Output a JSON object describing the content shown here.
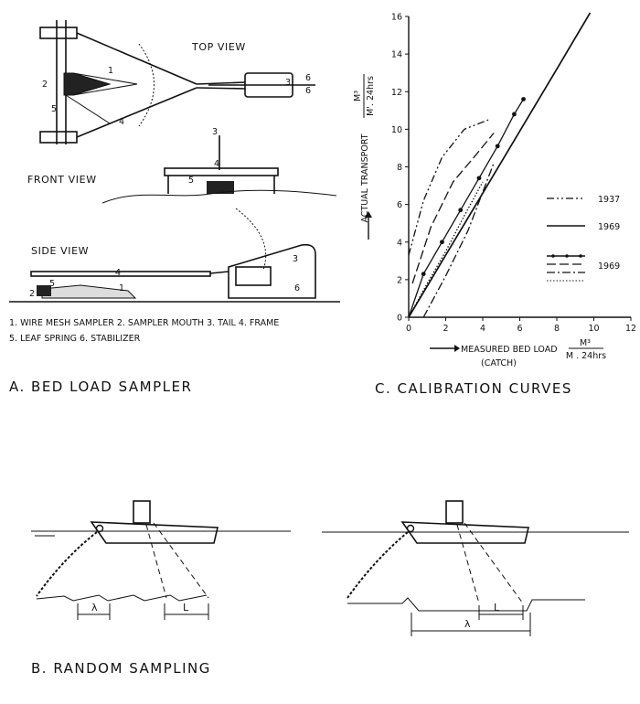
{
  "panel_a": {
    "caption": "A. BED LOAD SAMPLER",
    "top_view": "TOP VIEW",
    "front_view": "FRONT VIEW",
    "side_view": "SIDE VIEW",
    "part_numbers": [
      "1",
      "2",
      "3",
      "4",
      "5",
      "6"
    ],
    "legend_line1": "1. WIRE MESH SAMPLER   2. SAMPLER MOUTH   3. TAIL   4. FRAME",
    "legend_line2": "5. LEAF SPRING          6. STABILIZER"
  },
  "panel_b": {
    "caption": "B. RANDOM SAMPLING",
    "lambda": "λ",
    "l": "L"
  },
  "panel_c": {
    "caption": "C. CALIBRATION CURVES",
    "legend": [
      "1937",
      "1969",
      "1969"
    ]
  },
  "chart_data": {
    "type": "line",
    "ylabel": "ACTUAL TRANSPORT",
    "ylabel_unit_num": "M³",
    "ylabel_unit_den": "M'. 24hrs",
    "xlabel": "MEASURED BED LOAD",
    "xlabel_sub": "(CATCH)",
    "xlabel_unit_num": "M³",
    "xlabel_unit_den": "M . 24hrs",
    "xlim": [
      0,
      12
    ],
    "ylim": [
      0,
      16
    ],
    "xticks": [
      "0",
      "2",
      "4",
      "6",
      "8",
      "10",
      "12"
    ],
    "yticks": [
      "0",
      "2",
      "4",
      "6",
      "8",
      "10",
      "12",
      "14",
      "16"
    ],
    "series": [
      {
        "name": "1937",
        "style": "dash-dot-dot",
        "x": [
          0,
          0.8,
          1.8,
          3.0,
          4.3
        ],
        "y": [
          3.3,
          6.2,
          8.5,
          10.0,
          10.5
        ]
      },
      {
        "name": "1969",
        "style": "solid",
        "x": [
          0,
          2,
          4,
          6,
          8,
          9.8
        ],
        "y": [
          0,
          3.3,
          6.6,
          9.9,
          13.2,
          16.2
        ]
      },
      {
        "name": "1969",
        "style": "solid-dots",
        "x": [
          0,
          0.8,
          1.8,
          2.8,
          3.8,
          4.8,
          5.7,
          6.2
        ],
        "y": [
          0,
          2.3,
          4.0,
          5.7,
          7.4,
          9.1,
          10.8,
          11.6
        ]
      },
      {
        "name": "1969",
        "style": "long-dash",
        "x": [
          0.2,
          1.2,
          2.4,
          3.6,
          4.6
        ],
        "y": [
          1.8,
          4.8,
          7.2,
          8.6,
          9.8
        ]
      },
      {
        "name": "1969",
        "style": "dash-dot",
        "x": [
          0.8,
          2.0,
          3.2,
          4.6
        ],
        "y": [
          0,
          2.2,
          4.6,
          8.2
        ]
      },
      {
        "name": "1969",
        "style": "dotted",
        "x": [
          0,
          1.0,
          2.0,
          3.0,
          4.0
        ],
        "y": [
          0,
          1.8,
          3.5,
          5.4,
          7.2
        ]
      }
    ]
  }
}
